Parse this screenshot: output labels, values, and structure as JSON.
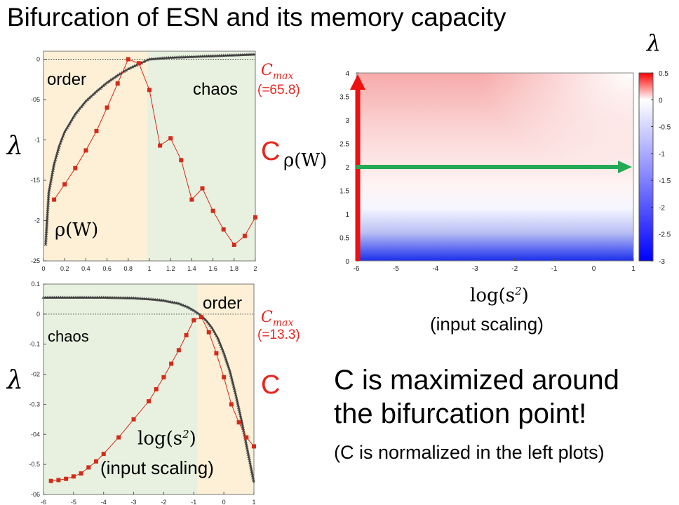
{
  "title": "Bifurcation of ESN and its memory capacity",
  "colors": {
    "lambda_line": "#333333",
    "capacity": "#d42a1a",
    "order_bg": "#fdf0d6",
    "chaos_bg": "#e8f1df",
    "red_arrow": "#ee1111",
    "green_arrow": "#22aa55"
  },
  "labels": {
    "lambda": "λ",
    "capacity": "C",
    "cmax_text": "C",
    "cmax_sub": "max",
    "top_cmax_value": "(=65.8)",
    "bottom_cmax_value": "(=13.3)",
    "order": "order",
    "chaos": "chaos",
    "rho_w": "ρ(W)",
    "log_s2_base": "log(s",
    "log_s2_sup": "2",
    "log_s2_close": ")",
    "input_scaling": "(input scaling)",
    "conclusion_line1": "C is maximized around",
    "conclusion_line2": "the bifurcation point!",
    "note": "(C is normalized in the left plots)"
  },
  "chart_data": [
    {
      "id": "top-left",
      "type": "line",
      "x_label": "ρ(W)",
      "xlim": [
        0,
        2
      ],
      "ylim": [
        -2.5,
        0.1
      ],
      "x_ticks": [
        0,
        0.2,
        0.4,
        0.6,
        0.8,
        1,
        1.2,
        1.4,
        1.6,
        1.8,
        2
      ],
      "x_tick_labels": [
        "0",
        "0.2",
        "0.4",
        "0.6",
        "0.8",
        "1",
        "1.2",
        "1.4",
        "1.6",
        "1.8",
        "2"
      ],
      "y_ticks": [
        0,
        -0.5,
        -1,
        -1.5,
        -2,
        -2.5
      ],
      "y_tick_labels": [
        "0",
        "-05",
        "-1",
        "-15",
        "-2",
        "-25"
      ],
      "regions": [
        {
          "label": "order",
          "from": 0,
          "to": 0.98
        },
        {
          "label": "chaos",
          "from": 0.98,
          "to": 2
        }
      ],
      "series": [
        {
          "key": "lambda",
          "x": [
            0.02,
            0.05,
            0.1,
            0.15,
            0.2,
            0.3,
            0.4,
            0.5,
            0.6,
            0.7,
            0.8,
            0.9,
            0.95,
            0.98,
            1.0,
            1.1,
            1.2,
            1.4,
            1.6,
            1.8,
            2.0
          ],
          "y": [
            -2.3,
            -1.65,
            -1.3,
            -1.07,
            -0.9,
            -0.68,
            -0.52,
            -0.4,
            -0.29,
            -0.2,
            -0.12,
            -0.06,
            -0.03,
            -0.01,
            0.0,
            0.01,
            0.02,
            0.03,
            0.04,
            0.05,
            0.06
          ]
        },
        {
          "key": "C",
          "x": [
            0.1,
            0.2,
            0.3,
            0.4,
            0.5,
            0.6,
            0.7,
            0.8,
            0.9,
            1.0,
            1.1,
            1.2,
            1.3,
            1.4,
            1.5,
            1.6,
            1.7,
            1.8,
            1.9,
            2.0
          ],
          "y": [
            -1.74,
            -1.55,
            -1.35,
            -1.13,
            -0.89,
            -0.6,
            -0.3,
            0.0,
            -0.05,
            -0.38,
            -1.07,
            -0.98,
            -1.25,
            -1.74,
            -1.6,
            -1.88,
            -2.11,
            -2.3,
            -2.19,
            -1.96
          ]
        }
      ]
    },
    {
      "id": "bottom-left",
      "type": "line",
      "x_label": "log(s2) (input scaling)",
      "xlim": [
        -6,
        1
      ],
      "ylim": [
        -0.6,
        0.1
      ],
      "x_ticks": [
        -6,
        -5,
        -4,
        -3,
        -2,
        -1,
        0,
        1
      ],
      "x_tick_labels": [
        "-6",
        "-5",
        "-4",
        "-3",
        "-2",
        "-1",
        "0",
        "1"
      ],
      "y_ticks": [
        0.1,
        0,
        -0.1,
        -0.2,
        -0.3,
        -0.4,
        -0.5,
        -0.6
      ],
      "y_tick_labels": [
        "0.1",
        "0",
        "-0.1",
        "-02",
        "-0.3",
        "-04",
        "-0.5",
        "-06"
      ],
      "regions": [
        {
          "label": "chaos",
          "from": -6,
          "to": -0.87
        },
        {
          "label": "order",
          "from": -0.87,
          "to": 1
        }
      ],
      "series": [
        {
          "key": "lambda",
          "x": [
            -6,
            -5,
            -4,
            -3,
            -2.5,
            -2,
            -1.5,
            -1.2,
            -1.0,
            -0.8,
            -0.6,
            -0.4,
            -0.2,
            0,
            0.2,
            0.4,
            0.6,
            0.8,
            1.0
          ],
          "y": [
            0.055,
            0.055,
            0.055,
            0.053,
            0.05,
            0.045,
            0.035,
            0.023,
            0.012,
            -0.002,
            -0.02,
            -0.045,
            -0.08,
            -0.13,
            -0.19,
            -0.27,
            -0.36,
            -0.46,
            -0.56
          ]
        },
        {
          "key": "C",
          "x": [
            -5.75,
            -5.5,
            -5.25,
            -5,
            -4.75,
            -4.5,
            -4.25,
            -4,
            -3.5,
            -3,
            -2.5,
            -2.25,
            -2,
            -1.75,
            -1.5,
            -1.25,
            -1,
            -0.75,
            -0.5,
            -0.25,
            0,
            0.25,
            0.5,
            0.75,
            1.0
          ],
          "y": [
            -0.555,
            -0.552,
            -0.548,
            -0.54,
            -0.53,
            -0.51,
            -0.49,
            -0.465,
            -0.41,
            -0.35,
            -0.29,
            -0.25,
            -0.21,
            -0.165,
            -0.12,
            -0.07,
            -0.02,
            -0.01,
            -0.06,
            -0.13,
            -0.21,
            -0.3,
            -0.36,
            -0.41,
            -0.44
          ]
        }
      ]
    },
    {
      "id": "heatmap",
      "type": "heatmap",
      "x_label": "log(s2) (input scaling)",
      "y_label": "ρ(W)",
      "xlim": [
        -6,
        1
      ],
      "ylim": [
        0,
        4
      ],
      "x_ticks": [
        -6,
        -5,
        -4,
        -3,
        -2,
        -1,
        0,
        1
      ],
      "y_ticks": [
        0,
        0.5,
        1,
        1.5,
        2,
        2.5,
        3,
        3.5,
        4
      ],
      "y_tick_labels": [
        "0",
        "0.5",
        "1",
        "1.5",
        "2",
        "2.5",
        "3",
        "3.5",
        "4"
      ],
      "colorbar": {
        "label": "λ",
        "range": [
          -3,
          0.5
        ],
        "ticks": [
          0.5,
          0,
          -0.5,
          -1,
          -1.5,
          -2,
          -2.5,
          -3
        ],
        "tick_labels": [
          "0.5",
          "0",
          "-0.5",
          "-1",
          "-1.5",
          "-2",
          "-2.5",
          "-3"
        ],
        "colors": [
          "#0000ff",
          "#ffffff",
          "#ff0000"
        ]
      },
      "arrows": [
        {
          "color": "red",
          "direction": "up",
          "at_x": -6
        },
        {
          "color": "green",
          "direction": "right",
          "at_y": 2
        }
      ]
    }
  ]
}
